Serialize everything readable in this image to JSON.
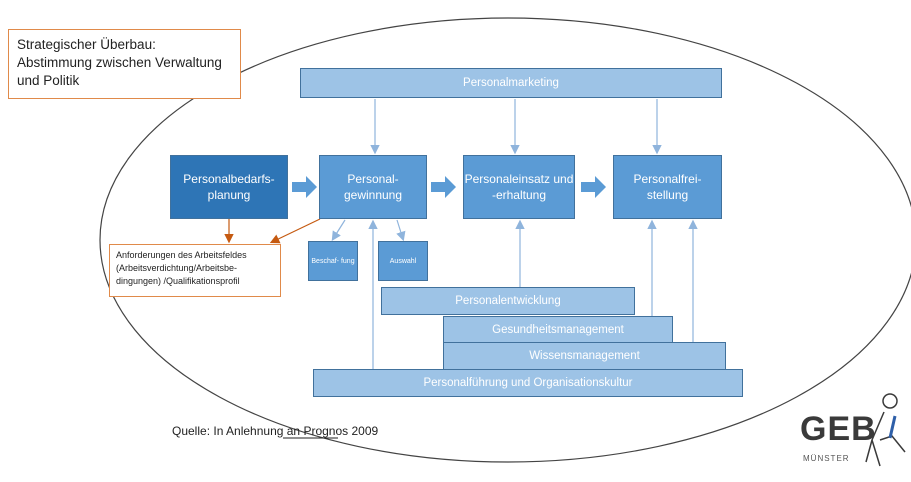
{
  "notes": {
    "strategic": "Strategischer Überbau: Abstimmung zwischen Verwaltung und Politik",
    "requirements_lines": [
      "Anforderungen des Arbeitsfeldes",
      "(Arbeitsverdichtung/Arbeitsbe-",
      "dingungen) /Qualifikationsprofil"
    ]
  },
  "boxes": {
    "marketing": "Personalmarketing",
    "bedarfsplanung": "Personalbedarfs- planung",
    "gewinnung": "Personal- gewinnung",
    "einsatz": "Personaleinsatz und -erhaltung",
    "freistellung": "Personalfrei- stellung",
    "beschaffung": "Beschaf- fung",
    "auswahl": "Auswahl",
    "entwicklung": "Personalentwicklung",
    "gesundheit": "Gesundheitsmanagement",
    "wissen": "Wissensmanagement",
    "fuehrung": "Personalführung und Organisationskultur"
  },
  "source": "Quelle: In Anlehnung an Prognos 2009",
  "logo": {
    "word": "GEB",
    "city": "MÜNSTER"
  },
  "colors": {
    "light_box": "#9dc3e6",
    "mid_box": "#5b9bd5",
    "dark_box": "#2e75b6",
    "note_border": "#e08a4a",
    "arrow": "#5b9bd5",
    "connector": "#c55a11"
  }
}
